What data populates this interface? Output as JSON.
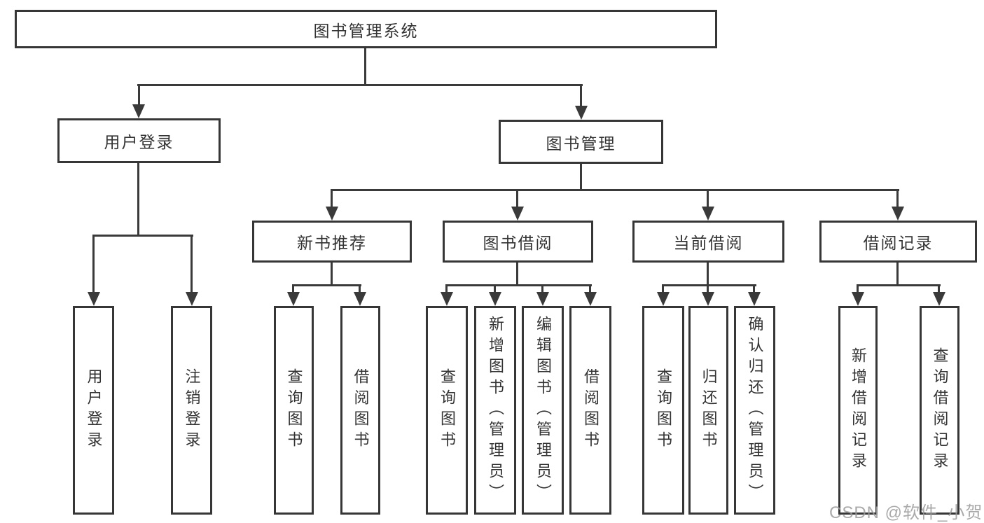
{
  "watermark": "CSDN @软件_小贺同学",
  "colors": {
    "line": "#3a3a3a",
    "box_border": "#363636",
    "box_background": "#ffffff",
    "text": "#333333",
    "watermark": "#9b9b9b"
  },
  "tree": {
    "root": "图书管理系统",
    "branches": [
      {
        "label": "用户登录",
        "children": [
          "用户登录",
          "注销登录"
        ]
      },
      {
        "label": "图书管理",
        "groups": [
          {
            "label": "新书推荐",
            "children": [
              "查询图书",
              "借阅图书"
            ]
          },
          {
            "label": "图书借阅",
            "children": [
              "查询图书",
              "新增图书（管理员）",
              "编辑图书（管理员）",
              "借阅图书"
            ]
          },
          {
            "label": "当前借阅",
            "children": [
              "查询图书",
              "归还图书",
              "确认归还（管理员）"
            ]
          },
          {
            "label": "借阅记录",
            "children": [
              "新增借阅记录",
              "查询借阅记录"
            ]
          }
        ]
      }
    ]
  }
}
